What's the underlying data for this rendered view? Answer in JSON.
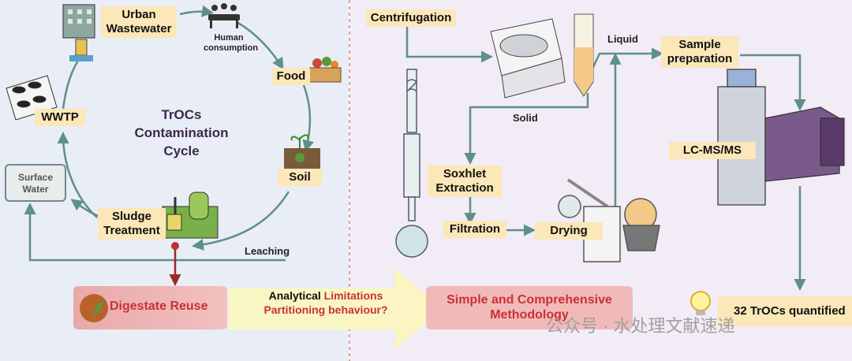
{
  "cycle": {
    "title": "TrOCs Contamination Cycle",
    "title_lines": [
      "TrOCs",
      "Contamination",
      "Cycle"
    ],
    "urban_wastewater": [
      "Urban",
      "Wastewater"
    ],
    "human_consumption": [
      "Human",
      "consumption"
    ],
    "food": "Food",
    "wwtp": "WWTP",
    "soil": "Soil",
    "surface_water": [
      "Surface",
      "Water"
    ],
    "sludge_treatment": [
      "Sludge",
      "Treatment"
    ],
    "leaching": "Leaching"
  },
  "method": {
    "centrifugation": "Centrifugation",
    "liquid": "Liquid",
    "solid": "Solid",
    "sample_preparation": [
      "Sample",
      "preparation"
    ],
    "soxhlet_extraction": [
      "Soxhlet",
      "Extraction"
    ],
    "filtration": "Filtration",
    "drying": "Drying",
    "lcmsms": "LC-MS/MS"
  },
  "bottom": {
    "digestate_reuse": "Digestate Reuse",
    "analytical_prefix": "Analytical ",
    "analytical_limitations": "Limitations",
    "partitioning": "Partitioning behaviour?",
    "simple_methodology": [
      "Simple and Comprehensive",
      "Methodology"
    ],
    "trocs_quantified": "32 TrOCs quantified"
  },
  "watermark": "公众号 · 水处理文献速递",
  "colors": {
    "left_bg": "#e9edf6",
    "right_bg": "#f1ecf5",
    "label_bg": "#fbe7b8",
    "arrow": "#5f8f8a",
    "red": "#c83232",
    "pink": "#f2b9b9"
  }
}
